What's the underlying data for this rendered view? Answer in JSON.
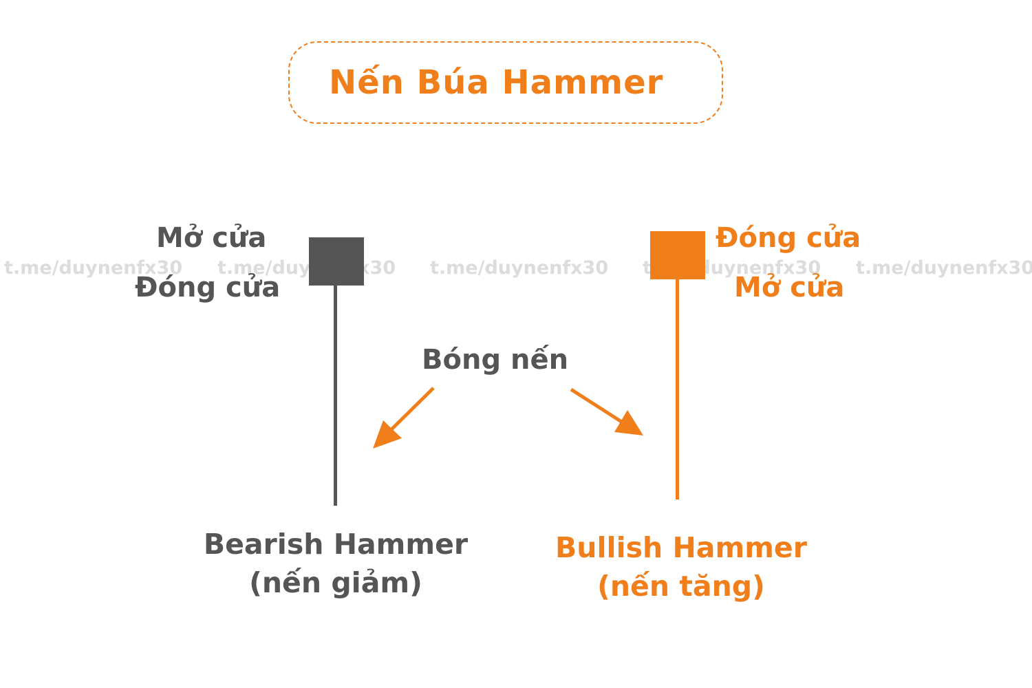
{
  "title": "Nến Búa Hammer",
  "watermark": "t.me/duynenfx30",
  "colors": {
    "accent": "#f07e1b",
    "dark": "#555555",
    "watermark": "#bbbbbb",
    "background": "#ffffff"
  },
  "bearish": {
    "open_label": "Mở cửa",
    "close_label": "Đóng cửa",
    "name": "Bearish Hammer",
    "subtitle": "(nến giảm)"
  },
  "bullish": {
    "close_label": "Đóng cửa",
    "open_label": "Mở cửa",
    "name": "Bullish Hammer",
    "subtitle": "(nến tăng)"
  },
  "shadow_label": "Bóng nến"
}
